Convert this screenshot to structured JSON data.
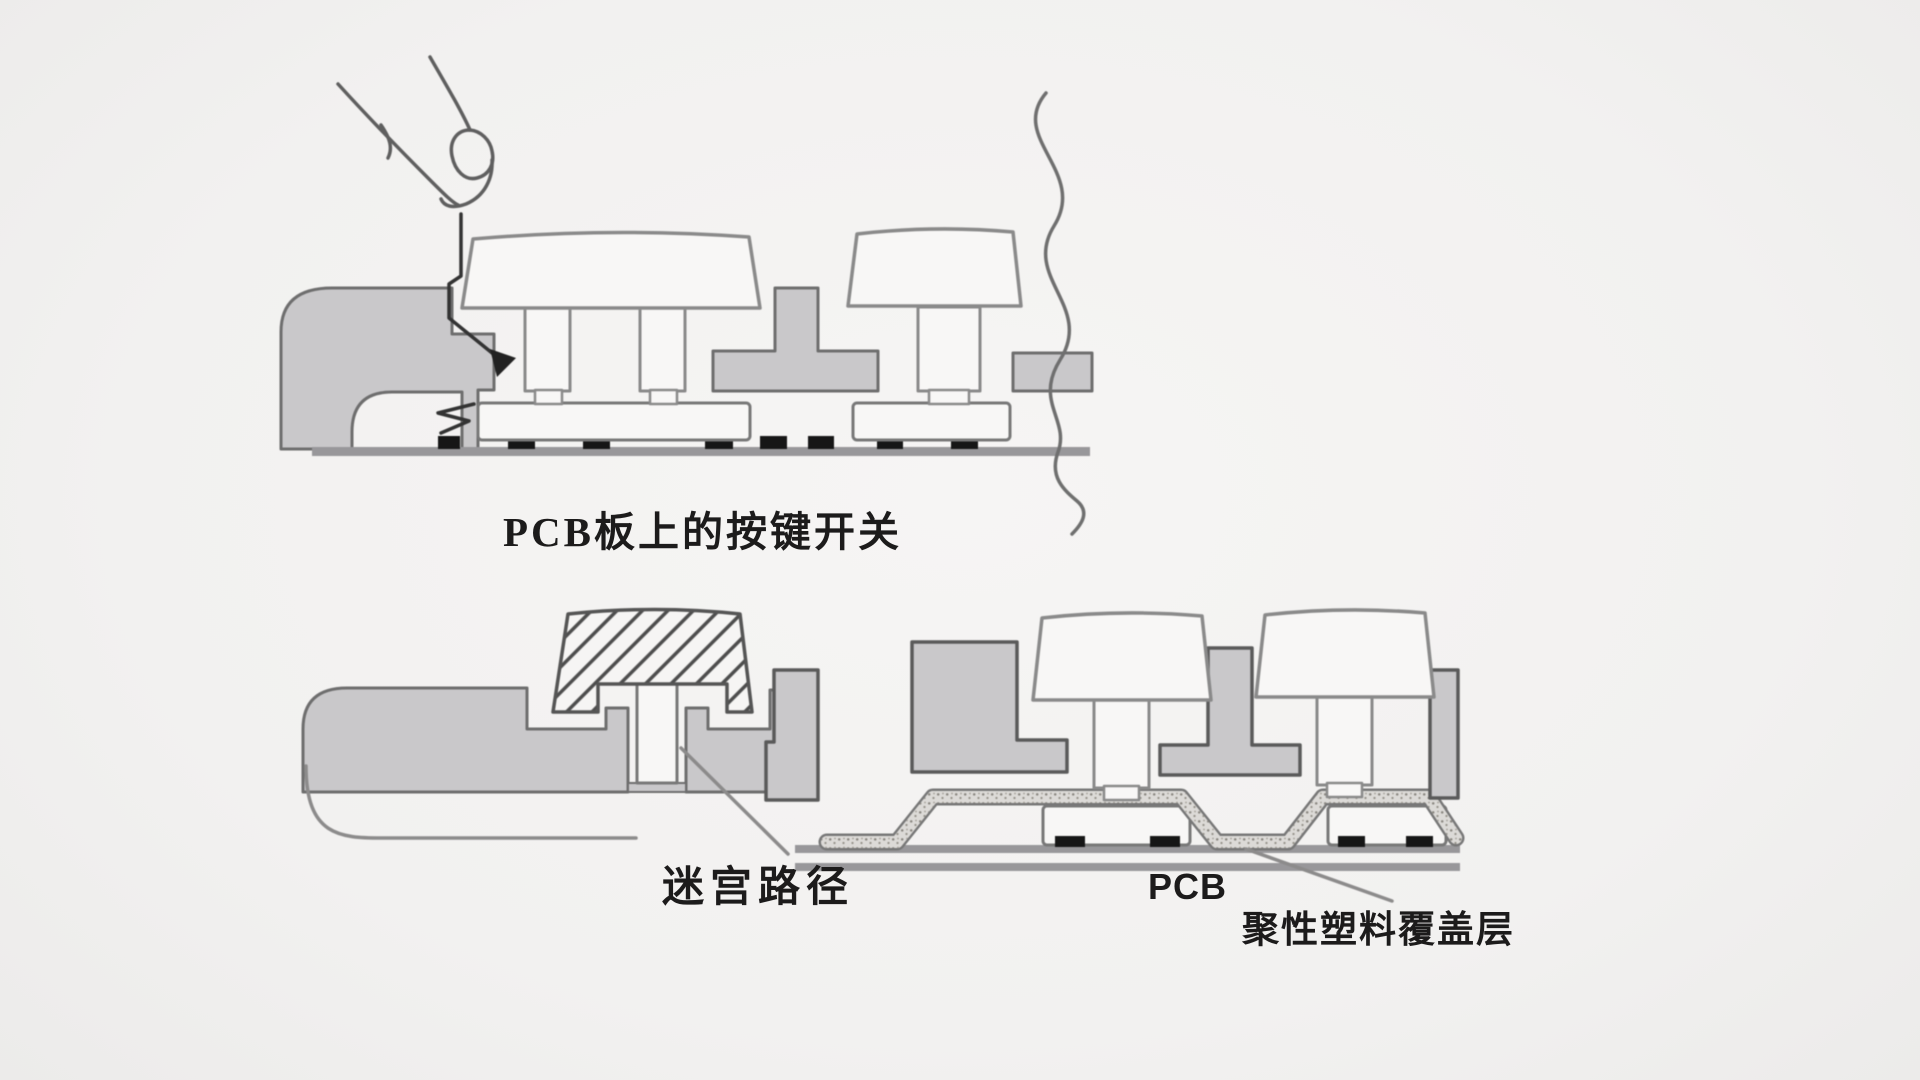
{
  "page": {
    "background": "#f2f1f0"
  },
  "colors": {
    "housing_gray": "#c9c8ca",
    "outline": "#6e6e6e",
    "pcb_line": "#98979a",
    "pad_black": "#161616",
    "keycap_fill": "#f8f7f6",
    "membrane_base": "#e3e1de",
    "ink": "#333333",
    "text": "#1c1b1b"
  },
  "figures": {
    "top_switch": {
      "caption": "PCB板上的按键开关"
    },
    "labyrinth": {
      "caption": "迷宫路径"
    },
    "membrane": {
      "pcb_label": "PCB",
      "cover_label": "聚性塑料覆盖层"
    }
  }
}
